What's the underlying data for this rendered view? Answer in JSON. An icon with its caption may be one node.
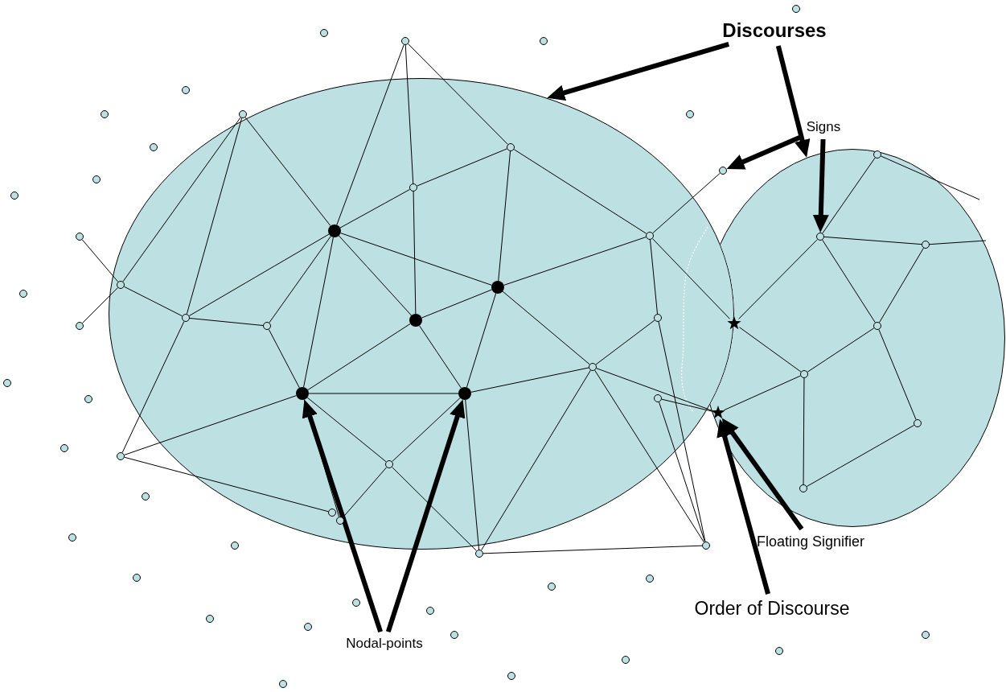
{
  "diagram": {
    "nodes": [
      {
        "text": [],
        "shape": "ellipse"
      },
      {
        "text": [],
        "shape": "ellipse"
      },
      {
        "text": [
          "Discourses"
        ]
      },
      {
        "text": [
          "Signs"
        ]
      },
      {
        "text": [],
        "shape": "circle"
      },
      {
        "text": [],
        "shape": "circle"
      },
      {
        "text": [],
        "shape": "circle"
      },
      {
        "text": [],
        "shape": "circle"
      },
      {
        "text": [],
        "shape": "circle"
      },
      {
        "text": [],
        "shape": "circle"
      },
      {
        "text": [],
        "shape": "circle"
      },
      {
        "text": [],
        "shape": "circle"
      },
      {
        "text": [],
        "shape": "circle",
        "in": 0
      },
      {
        "text": [],
        "shape": "circle"
      },
      {
        "text": [],
        "shape": "circle",
        "in": 1
      },
      {
        "text": [],
        "shape": "circle"
      },
      {
        "text": [],
        "shape": "circle"
      },
      {
        "text": [],
        "shape": "circle",
        "in": 0
      },
      {
        "text": [],
        "shape": "circle"
      },
      {
        "text": [],
        "shape": "dot",
        "in": 0
      },
      {
        "text": [],
        "shape": "circle",
        "in": 0
      },
      {
        "text": [],
        "shape": "circle",
        "in": 1
      },
      {
        "text": [],
        "shape": "circle"
      },
      {
        "text": [],
        "shape": "circle",
        "in": 1
      },
      {
        "text": [],
        "shape": "circle",
        "in": 0
      },
      {
        "text": [],
        "shape": "dot",
        "in": 0
      },
      {
        "text": [],
        "shape": "circle"
      },
      {
        "text": [],
        "shape": "circle",
        "in": 0
      },
      {
        "text": [],
        "shape": "circle",
        "in": 0
      },
      {
        "text": [],
        "shape": "dot",
        "in": 0
      },
      {
        "text": [],
        "shape": "star",
        "in": 1
      },
      {
        "text": [],
        "shape": "circle",
        "in": 0
      },
      {
        "text": [],
        "shape": "circle"
      },
      {
        "text": [],
        "shape": "circle",
        "in": 1
      },
      {
        "text": [],
        "shape": "circle",
        "in": 0
      },
      {
        "text": [],
        "shape": "circle",
        "in": 1
      },
      {
        "text": [],
        "shape": "circle"
      },
      {
        "text": [],
        "shape": "dot",
        "in": 0
      },
      {
        "text": [],
        "shape": "dot",
        "in": 0
      },
      {
        "text": [],
        "shape": "circle",
        "in": 0
      },
      {
        "text": [],
        "shape": "circle"
      },
      {
        "text": [],
        "shape": "star",
        "in": 1
      },
      {
        "text": [],
        "shape": "circle",
        "in": 1
      },
      {
        "text": [],
        "shape": "circle"
      },
      {
        "text": [],
        "shape": "circle"
      },
      {
        "text": [],
        "shape": "circle",
        "in": 0
      },
      {
        "text": [],
        "shape": "circle",
        "in": 1
      },
      {
        "text": [],
        "shape": "circle"
      },
      {
        "text": [],
        "shape": "circle",
        "in": 0
      },
      {
        "text": [],
        "shape": "circle",
        "in": 0
      },
      {
        "text": [],
        "shape": "circle"
      },
      {
        "text": [
          "Floating Signifier"
        ]
      },
      {
        "text": [],
        "shape": "circle"
      },
      {
        "text": [],
        "shape": "circle"
      },
      {
        "text": [],
        "shape": "circle"
      },
      {
        "text": [],
        "shape": "circle"
      },
      {
        "text": [],
        "shape": "circle"
      },
      {
        "text": [],
        "shape": "circle"
      },
      {
        "text": [],
        "shape": "circle"
      },
      {
        "text": [
          "Order of Discourse"
        ]
      },
      {
        "text": [],
        "shape": "circle"
      },
      {
        "text": [],
        "shape": "circle"
      },
      {
        "text": [],
        "shape": "circle"
      },
      {
        "text": [],
        "shape": "circle"
      },
      {
        "text": [],
        "shape": "circle"
      },
      {
        "text": [
          "Nodal-points"
        ]
      },
      {
        "text": [],
        "shape": "circle"
      },
      {
        "text": [],
        "shape": "circle"
      },
      {
        "text": [],
        "shape": "circle"
      },
      {
        "text": [],
        "shape": "circle"
      }
    ],
    "edges": [
      {
        "from": 2,
        "to": 0,
        "arrow": "to",
        "style": "thick"
      },
      {
        "from": 2,
        "to": 1,
        "arrow": "to",
        "style": "thick"
      },
      {
        "from": 3,
        "to": 15,
        "arrow": "to",
        "style": "thick"
      },
      {
        "from": 3,
        "to": 21,
        "arrow": "to",
        "style": "thick"
      },
      {
        "from": 65,
        "to": 37,
        "arrow": "to",
        "style": "thick"
      },
      {
        "from": 65,
        "to": 38,
        "arrow": "to",
        "style": "thick"
      },
      {
        "from": 51,
        "to": 41,
        "arrow": "to",
        "style": "thick"
      },
      {
        "from": 59,
        "to": 41,
        "arrow": "to",
        "style": "thick"
      },
      {
        "from": 6,
        "to": 17,
        "arrow": "none"
      },
      {
        "from": 6,
        "to": 19,
        "arrow": "none"
      },
      {
        "from": 6,
        "to": 12,
        "arrow": "none"
      },
      {
        "from": 10,
        "to": 19,
        "arrow": "none"
      },
      {
        "from": 10,
        "to": 24,
        "arrow": "none"
      },
      {
        "from": 10,
        "to": 27,
        "arrow": "none"
      },
      {
        "from": 12,
        "to": 17,
        "arrow": "none"
      },
      {
        "from": 12,
        "to": 25,
        "arrow": "none"
      },
      {
        "from": 12,
        "to": 20,
        "arrow": "none"
      },
      {
        "from": 17,
        "to": 19,
        "arrow": "none"
      },
      {
        "from": 17,
        "to": 29,
        "arrow": "none"
      },
      {
        "from": 19,
        "to": 25,
        "arrow": "none"
      },
      {
        "from": 19,
        "to": 29,
        "arrow": "none"
      },
      {
        "from": 19,
        "to": 27,
        "arrow": "none"
      },
      {
        "from": 19,
        "to": 31,
        "arrow": "none"
      },
      {
        "from": 19,
        "to": 37,
        "arrow": "none"
      },
      {
        "from": 25,
        "to": 20,
        "arrow": "none"
      },
      {
        "from": 25,
        "to": 29,
        "arrow": "none"
      },
      {
        "from": 25,
        "to": 38,
        "arrow": "none"
      },
      {
        "from": 25,
        "to": 34,
        "arrow": "none"
      },
      {
        "from": 29,
        "to": 37,
        "arrow": "none"
      },
      {
        "from": 29,
        "to": 38,
        "arrow": "none"
      },
      {
        "from": 37,
        "to": 38,
        "arrow": "none"
      },
      {
        "from": 37,
        "to": 31,
        "arrow": "none"
      },
      {
        "from": 37,
        "to": 44,
        "arrow": "none"
      },
      {
        "from": 37,
        "to": 45,
        "arrow": "none"
      },
      {
        "from": 37,
        "to": 49,
        "arrow": "none"
      },
      {
        "from": 38,
        "to": 45,
        "arrow": "none"
      },
      {
        "from": 38,
        "to": 54,
        "arrow": "none"
      },
      {
        "from": 38,
        "to": 34,
        "arrow": "none"
      },
      {
        "from": 24,
        "to": 27,
        "arrow": "none"
      },
      {
        "from": 24,
        "to": 22,
        "arrow": "none"
      },
      {
        "from": 24,
        "to": 32,
        "arrow": "none"
      },
      {
        "from": 27,
        "to": 31,
        "arrow": "none"
      },
      {
        "from": 27,
        "to": 44,
        "arrow": "none"
      },
      {
        "from": 44,
        "to": 48,
        "arrow": "none"
      },
      {
        "from": 45,
        "to": 49,
        "arrow": "none"
      },
      {
        "from": 45,
        "to": 54,
        "arrow": "none"
      },
      {
        "from": 34,
        "to": 54,
        "arrow": "none"
      },
      {
        "from": 34,
        "to": 28,
        "arrow": "none"
      },
      {
        "from": 34,
        "to": 52,
        "arrow": "none"
      },
      {
        "from": 34,
        "to": 41,
        "arrow": "none"
      },
      {
        "from": 20,
        "to": 15,
        "arrow": "none"
      },
      {
        "from": 20,
        "to": 28,
        "arrow": "none"
      },
      {
        "from": 20,
        "to": 30,
        "arrow": "none"
      },
      {
        "from": 28,
        "to": 52,
        "arrow": "none"
      },
      {
        "from": 39,
        "to": 52,
        "arrow": "none"
      },
      {
        "from": 39,
        "to": 41,
        "arrow": "none"
      },
      {
        "from": 54,
        "to": 52,
        "arrow": "none"
      },
      {
        "from": 30,
        "to": 21,
        "arrow": "none"
      },
      {
        "from": 30,
        "to": 35,
        "arrow": "none"
      },
      {
        "from": 35,
        "to": 41,
        "arrow": "none"
      },
      {
        "from": 14,
        "to": 21,
        "arrow": "none"
      },
      {
        "from": 14,
        "to": null,
        "arrow": "none"
      },
      {
        "from": 21,
        "to": 33,
        "arrow": "none"
      },
      {
        "from": 21,
        "to": 23,
        "arrow": "none"
      },
      {
        "from": 23,
        "to": null,
        "arrow": "none"
      },
      {
        "from": 23,
        "to": 33,
        "arrow": "none"
      },
      {
        "from": 33,
        "to": 35,
        "arrow": "none"
      },
      {
        "from": 35,
        "to": 46,
        "arrow": "none"
      },
      {
        "from": 46,
        "to": 42,
        "arrow": "none"
      },
      {
        "from": 42,
        "to": 33,
        "arrow": "none"
      }
    ]
  }
}
